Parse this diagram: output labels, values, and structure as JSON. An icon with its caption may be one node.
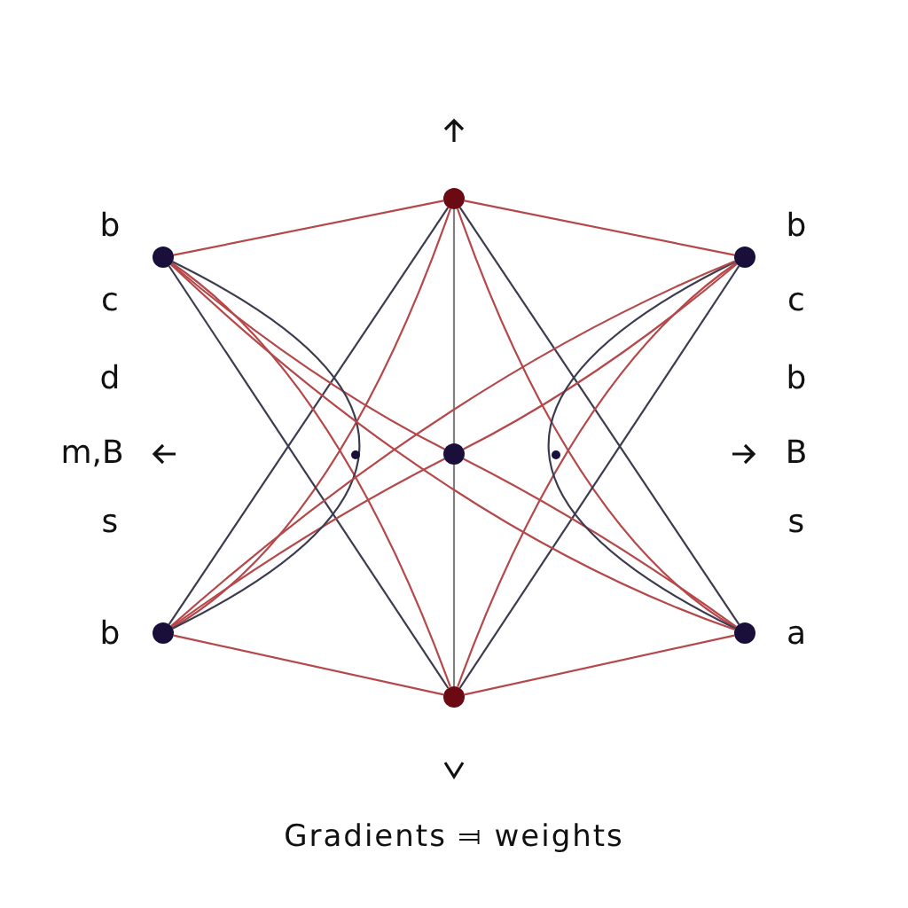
{
  "diagram": {
    "caption": "Gradients ⫤ weights",
    "nodes": [
      {
        "text": [],
        "shape": "circle"
      },
      {
        "text": [],
        "shape": "circle"
      },
      {
        "text": [],
        "shape": "circle"
      },
      {
        "text": [],
        "shape": "circle"
      },
      {
        "text": [],
        "shape": "circle"
      },
      {
        "text": [],
        "shape": "circle"
      },
      {
        "text": [],
        "shape": "circle"
      },
      {
        "text": [],
        "shape": "circle"
      },
      {
        "text": [],
        "shape": "circle"
      }
    ],
    "edges": [
      {
        "from": 0,
        "to": 1,
        "arrow": "none"
      },
      {
        "from": 0,
        "to": 2,
        "arrow": "none"
      },
      {
        "from": 0,
        "to": 3,
        "arrow": "none",
        "color": "#808080"
      },
      {
        "from": 0,
        "to": 4,
        "arrow": "none",
        "color": "#3c3c50"
      },
      {
        "from": 0,
        "to": 5,
        "arrow": "none",
        "color": "#3c3c50"
      },
      {
        "from": 0,
        "to": 4,
        "arrow": "none"
      },
      {
        "from": 0,
        "to": 5,
        "arrow": "none"
      },
      {
        "from": 6,
        "to": 3,
        "arrow": "none",
        "color": "#808080"
      },
      {
        "from": 6,
        "to": 1,
        "arrow": "none",
        "color": "#3c3c50"
      },
      {
        "from": 6,
        "to": 2,
        "arrow": "none",
        "color": "#3c3c50"
      },
      {
        "from": 6,
        "to": 1,
        "arrow": "none"
      },
      {
        "from": 6,
        "to": 2,
        "arrow": "none"
      },
      {
        "from": 6,
        "to": 4,
        "arrow": "none"
      },
      {
        "from": 6,
        "to": 5,
        "arrow": "none"
      },
      {
        "from": 1,
        "to": 3,
        "arrow": "none"
      },
      {
        "from": 2,
        "to": 3,
        "arrow": "none"
      },
      {
        "from": 4,
        "to": 3,
        "arrow": "none"
      },
      {
        "from": 5,
        "to": 3,
        "arrow": "none"
      },
      {
        "from": 1,
        "to": 4,
        "arrow": "none",
        "color": "#3c3c50"
      },
      {
        "from": 2,
        "to": 5,
        "arrow": "none",
        "color": "#3c3c50"
      },
      {
        "from": 1,
        "to": 5,
        "arrow": "none"
      },
      {
        "from": 4,
        "to": 2,
        "arrow": "none"
      }
    ],
    "labels": [
      "b",
      "b",
      "c",
      "c",
      "d",
      "b",
      "m,B",
      "B",
      "s",
      "s",
      "b",
      "a"
    ]
  }
}
